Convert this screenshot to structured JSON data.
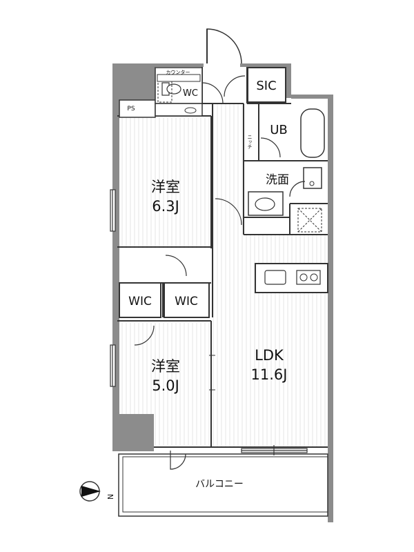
{
  "rooms": {
    "western_1": {
      "name": "洋室",
      "size": "6.3J"
    },
    "western_2": {
      "name": "洋室",
      "size": "5.0J"
    },
    "ldk": {
      "name": "LDK",
      "size": "11.6J"
    },
    "wic_left": "WIC",
    "wic_right": "WIC",
    "sic": "SIC",
    "ub": "UB",
    "washroom": "洗面",
    "wc": "WC",
    "ps": "PS",
    "balcony": "バルコニー"
  },
  "fixtures": {
    "counter": "カウンター",
    "niche": "ニッチ"
  },
  "compass": {
    "north": "N"
  },
  "colors": {
    "wall": "#8c8c8c",
    "line": "#333333",
    "stripe": "#e4e4e4"
  }
}
